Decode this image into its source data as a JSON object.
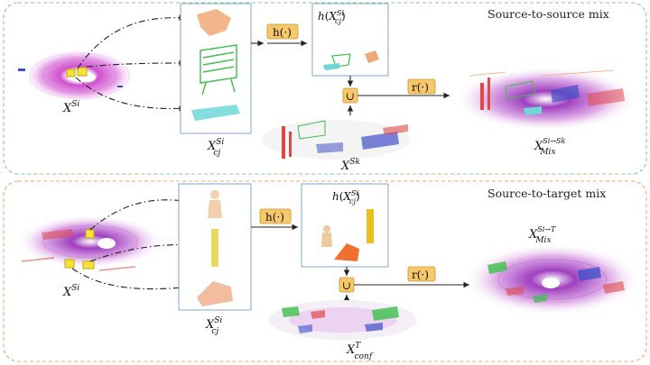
{
  "panels": {
    "top": {
      "title": "Source-to-source mix",
      "border_color": "#8fc98a"
    },
    "bottom": {
      "title": "Source-to-target mix",
      "border_color": "#f0a878"
    }
  },
  "operators": {
    "h": "h(·)",
    "r": "r(·)",
    "union": "∪"
  },
  "labels": {
    "source_scan": "X",
    "source_scan_sup": "Si",
    "cropped": "X",
    "cropped_sup": "Si",
    "cropped_sub": "cj",
    "transformed_prefix": "h",
    "source_k": "X",
    "source_k_sup": "Sk",
    "mix_ss": "X",
    "mix_ss_sup": "Si→Sk",
    "mix_ss_sub": "Mix",
    "mix_st": "X",
    "mix_st_sup": "Si→T",
    "mix_st_sub": "Mix",
    "target_conf": "X",
    "target_conf_sup": "T",
    "target_conf_sub": "conf"
  },
  "colors": {
    "op_fill": "#f7c86a",
    "lidar_purple": "#c040c0",
    "green_obj": "#3cbf4a",
    "cyan_obj": "#6fd6d6",
    "orange_obj": "#f0a060",
    "red_obj": "#e04848",
    "blue_obj": "#4050c8",
    "yellow_obj": "#e8c020"
  }
}
